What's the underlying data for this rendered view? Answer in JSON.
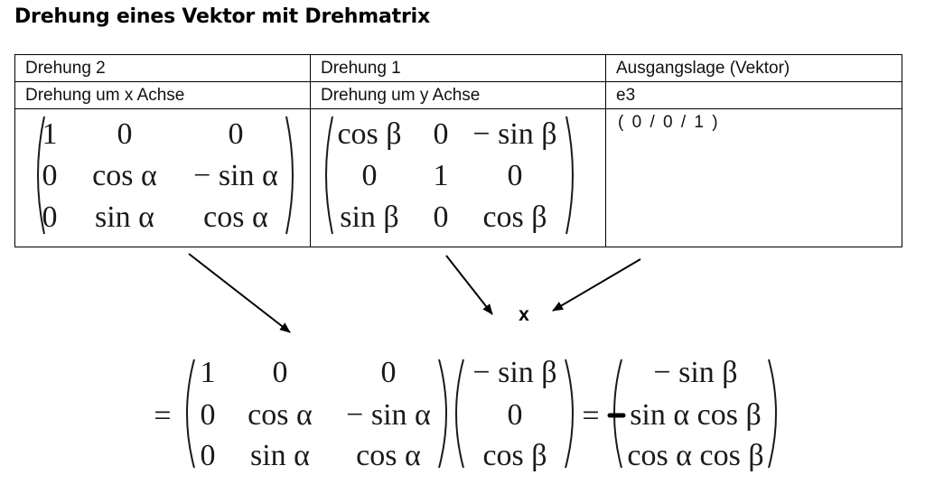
{
  "title": "Drehung eines Vektor mit Drehmatrix",
  "table": {
    "headers": [
      "Drehung 2",
      "Drehung 1",
      "Ausgangslage (Vektor)"
    ],
    "subheaders": [
      "Drehung um x Achse",
      "Drehung um y Achse",
      "e3"
    ],
    "vector_text": "( 0 / 0 / 1 )"
  },
  "rot_x": {
    "cells": [
      [
        "1",
        "0",
        "0"
      ],
      [
        "0",
        "cos α",
        "− sin α"
      ],
      [
        "0",
        "sin α",
        "cos α"
      ]
    ]
  },
  "rot_y": {
    "cells": [
      [
        "cos β",
        "0",
        "− sin β"
      ],
      [
        "0",
        "1",
        "0"
      ],
      [
        "sin β",
        "0",
        "cos β"
      ]
    ]
  },
  "operator": "x",
  "equation": {
    "lead": "=",
    "matrix": [
      [
        "1",
        "0",
        "0"
      ],
      [
        "0",
        "cos α",
        "− sin α"
      ],
      [
        "0",
        "sin α",
        "cos α"
      ]
    ],
    "vector": [
      "− sin β",
      "0",
      "cos β"
    ],
    "equals": "=",
    "result": [
      "− sin β",
      "sin α cos β",
      "cos α cos β"
    ]
  }
}
